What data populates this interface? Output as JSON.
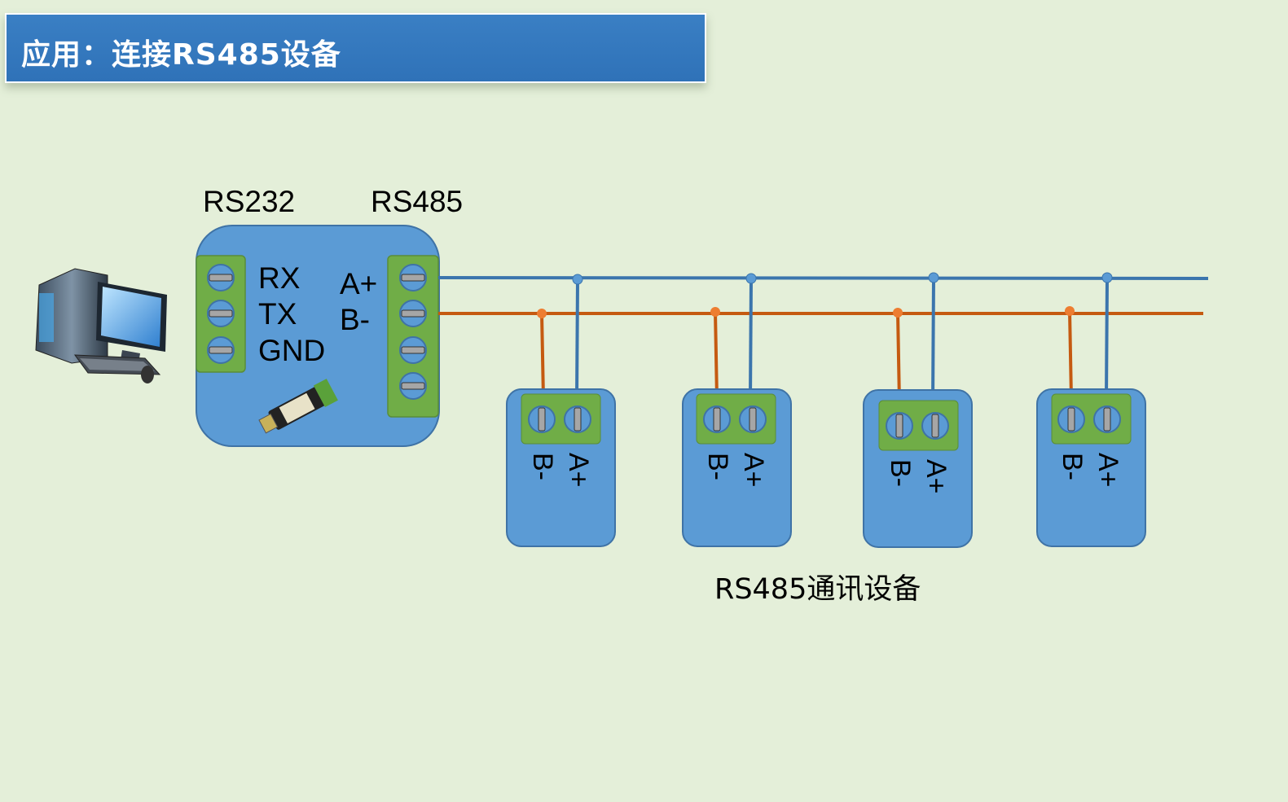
{
  "title": "应用：连接RS485设备",
  "converter": {
    "left_header": "RS232",
    "right_header": "RS485",
    "rs232_pins": [
      "RX",
      "TX",
      "GND"
    ],
    "rs485_pins": [
      "A+",
      "B-"
    ]
  },
  "devices": [
    {
      "pin_b": "B-",
      "pin_a": "A+"
    },
    {
      "pin_b": "B-",
      "pin_a": "A+"
    },
    {
      "pin_b": "B-",
      "pin_a": "A+"
    },
    {
      "pin_b": "B-",
      "pin_a": "A+"
    }
  ],
  "devices_label": "RS485通讯设备",
  "colors": {
    "background": "#e4efd9",
    "title_bar": "#2f72b8",
    "box_fill": "#5b9bd5",
    "terminal_green": "#70ad47",
    "bus_a_line": "#3b75ad",
    "bus_b_line": "#c55a11"
  },
  "icons": [
    "computer-icon",
    "converter-photo-icon"
  ]
}
